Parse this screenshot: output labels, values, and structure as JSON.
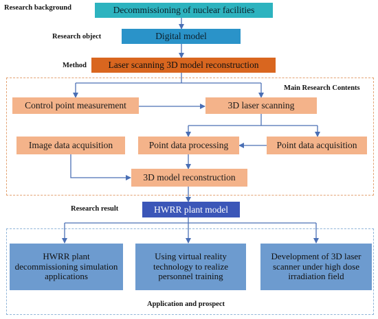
{
  "labels": {
    "research_background": "Research background",
    "research_object": "Research object",
    "method": "Method",
    "main_research_contents": "Main Research Contents",
    "research_result": "Research result",
    "application_and_prospect": "Application and prospect"
  },
  "boxes": {
    "decommissioning": "Decommissioning of nuclear facilities",
    "digital_model": "Digital model",
    "laser_method": "Laser scanning 3D model reconstruction",
    "control_point": "Control point measurement",
    "laser_scanning": "3D laser scanning",
    "image_data": "Image data acquisition",
    "point_processing": "Point data processing",
    "point_acquisition": "Point data acquisition",
    "model_reconstruction": "3D model reconstruction",
    "hwrr_model": "HWRR plant model",
    "app1": "HWRR plant decommissioning simulation applications",
    "app2": "Using virtual reality technology to realize personnel training",
    "app3": "Development of 3D laser scanner under high dose  irradiation field"
  },
  "colors": {
    "teal": "#2db3bf",
    "blue": "#2a93c9",
    "orange": "#d9661f",
    "peach": "#f4b38a",
    "navy": "#3b56b8",
    "steel": "#6d9bcf",
    "arrow": "#4a6fb5",
    "dash_orange": "#e3a272",
    "dash_blue": "#8fb4d8"
  }
}
